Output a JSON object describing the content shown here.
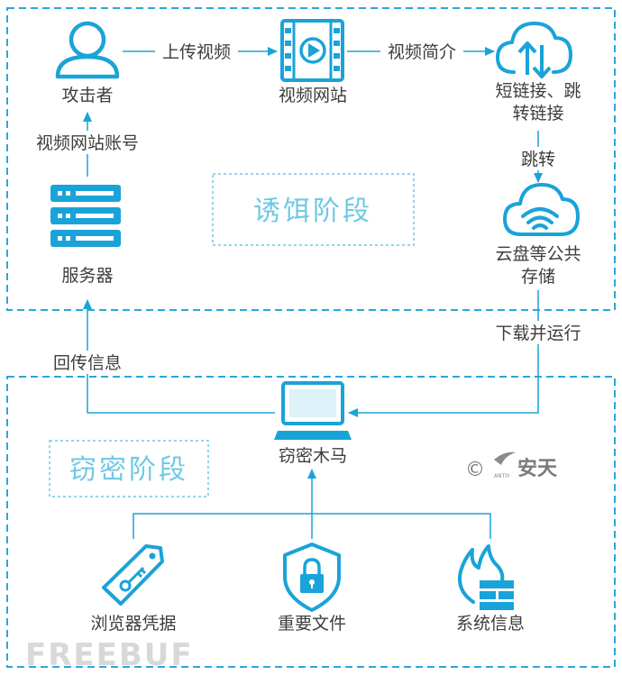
{
  "stages": {
    "bait": "诱饵阶段",
    "steal": "窃密阶段"
  },
  "nodes": {
    "attacker": "攻击者",
    "video_site": "视频网站",
    "short_link": "短链接、跳",
    "short_link_2": "转链接",
    "cloud_storage": "云盘等公共",
    "cloud_storage_2": "存储",
    "server": "服务器",
    "trojan": "窃密木马",
    "browser_creds": "浏览器凭据",
    "important_files": "重要文件",
    "system_info": "系统信息"
  },
  "edges": {
    "upload_video": "上传视频",
    "video_intro": "视频简介",
    "redirect": "跳转",
    "download_run": "下载并运行",
    "send_back": "回传信息",
    "site_account": "视频网站账号"
  },
  "watermark": {
    "brand": "安天",
    "brand_small": "ANTIY",
    "copyright": "©",
    "freebuf": "FREEBUF"
  },
  "colors": {
    "accent": "#1aa3d8",
    "stage_text": "#6fc9e4",
    "dashed_border": "#2ba6dc"
  }
}
